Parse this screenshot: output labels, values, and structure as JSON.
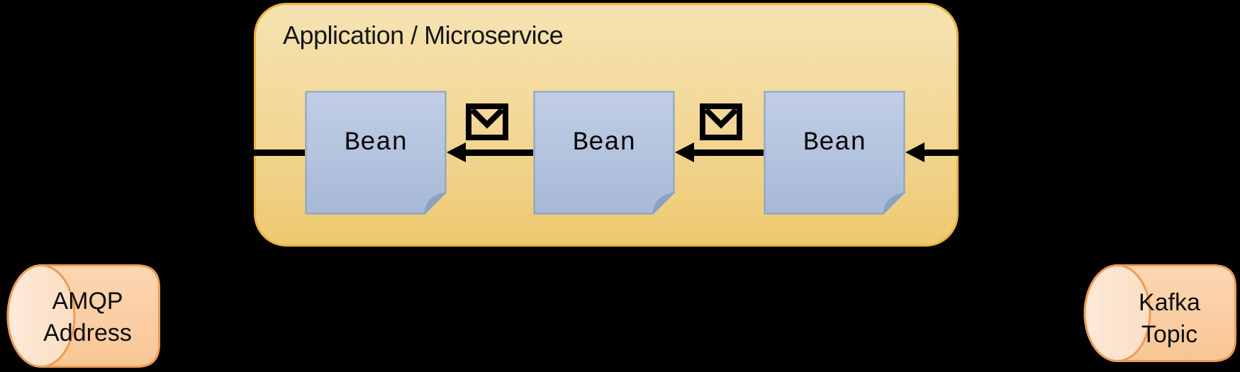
{
  "diagram": {
    "background_color": "#000000",
    "app_container": {
      "title": "Application / Microservice",
      "fill_top": "#f6e3b2",
      "fill_bottom": "#edc96f",
      "border_color": "#e9b440"
    },
    "beans": [
      {
        "label": "Bean"
      },
      {
        "label": "Bean"
      },
      {
        "label": "Bean"
      }
    ],
    "bean_style": {
      "fill_top": "#c1cee6",
      "fill_bottom": "#a7b9d6",
      "border_color": "#8aa1c4",
      "fold_color": "#8da2c2",
      "label_color": "#0a0a0a"
    },
    "message_flow": {
      "direction": "right-to-left",
      "arrow_color": "#000000",
      "envelope_icons": [
        {
          "name": "envelope-icon"
        },
        {
          "name": "envelope-icon"
        }
      ]
    },
    "endpoints": [
      {
        "id": "amqp",
        "shape": "cylinder",
        "line1": "AMQP",
        "line2": "Address"
      },
      {
        "id": "kafka",
        "shape": "cylinder",
        "line1": "Kafka",
        "line2": "Topic"
      }
    ],
    "endpoint_style": {
      "fill": "#fbd0a8",
      "cap_fill": "#fde8d4",
      "border_color": "#eb9c58",
      "label_color": "#0d0d0d"
    }
  }
}
